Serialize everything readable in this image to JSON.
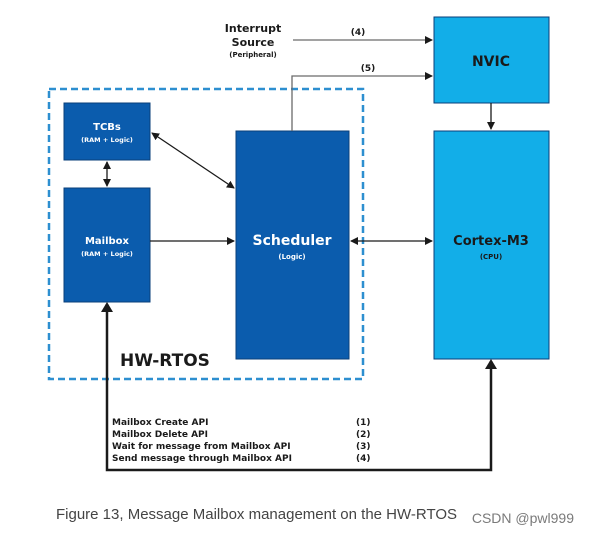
{
  "blocks": {
    "tcbs": {
      "label": "TCBs",
      "sub": "(RAM + Logic)"
    },
    "mailbox": {
      "label": "Mailbox",
      "sub": "(RAM + Logic)"
    },
    "scheduler": {
      "label": "Scheduler",
      "sub": "(Logic)"
    },
    "nvic": {
      "label": "NVIC"
    },
    "cortex": {
      "label": "Cortex-M3",
      "sub": "(CPU)"
    }
  },
  "hw_rtos_label": "HW-RTOS",
  "interrupt": {
    "line1": "Interrupt",
    "line2": "Source",
    "sub": "(Peripheral)"
  },
  "arrow_labels": {
    "a4": "(4)",
    "a5": "(5)"
  },
  "api_list": [
    {
      "text": "Mailbox Create API",
      "num": "(1)"
    },
    {
      "text": "Mailbox Delete API",
      "num": "(2)"
    },
    {
      "text": "Wait for message from Mailbox API",
      "num": "(3)"
    },
    {
      "text": "Send message through Mailbox API",
      "num": "(4)"
    }
  ],
  "caption": "Figure 13, Message Mailbox management on the HW-RTOS",
  "watermark": "CSDN @pwl999",
  "colors": {
    "dark_block": "#0b5cad",
    "light_block": "#12aee8",
    "border": "#0a3f7a",
    "dashed": "#2d8fd0",
    "arrow": "#1a1a1a"
  }
}
